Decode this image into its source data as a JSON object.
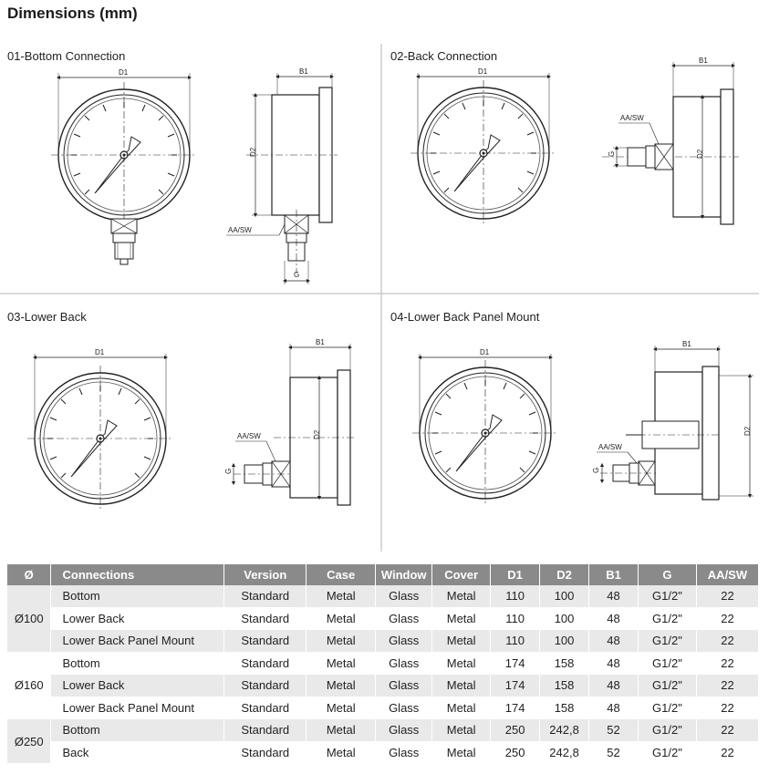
{
  "title": "Dimensions (mm)",
  "sections": [
    {
      "label": "01-Bottom Connection"
    },
    {
      "label": "02-Back Connection"
    },
    {
      "label": "03-Lower Back"
    },
    {
      "label": "04-Lower Back Panel Mount"
    }
  ],
  "dim_labels": {
    "d1": "D1",
    "d2": "D2",
    "b1": "B1",
    "g": "G",
    "aasw": "AA/SW"
  },
  "table": {
    "headers": [
      "Ø",
      "Connections",
      "Version",
      "Case",
      "Window",
      "Cover",
      "D1",
      "D2",
      "B1",
      "G",
      "AA/SW"
    ],
    "groups": [
      "Ø100",
      "Ø160",
      "Ø250"
    ],
    "rows": [
      {
        "connection": "Bottom",
        "version": "Standard",
        "case": "Metal",
        "window": "Glass",
        "cover": "Metal",
        "d1": "110",
        "d2": "100",
        "b1": "48",
        "g": "G1/2\"",
        "aasw": "22"
      },
      {
        "connection": "Lower Back",
        "version": "Standard",
        "case": "Metal",
        "window": "Glass",
        "cover": "Metal",
        "d1": "110",
        "d2": "100",
        "b1": "48",
        "g": "G1/2\"",
        "aasw": "22"
      },
      {
        "connection": "Lower Back Panel Mount",
        "version": "Standard",
        "case": "Metal",
        "window": "Glass",
        "cover": "Metal",
        "d1": "110",
        "d2": "100",
        "b1": "48",
        "g": "G1/2\"",
        "aasw": "22"
      },
      {
        "connection": "Bottom",
        "version": "Standard",
        "case": "Metal",
        "window": "Glass",
        "cover": "Metal",
        "d1": "174",
        "d2": "158",
        "b1": "48",
        "g": "G1/2\"",
        "aasw": "22"
      },
      {
        "connection": "Lower Back",
        "version": "Standard",
        "case": "Metal",
        "window": "Glass",
        "cover": "Metal",
        "d1": "174",
        "d2": "158",
        "b1": "48",
        "g": "G1/2\"",
        "aasw": "22"
      },
      {
        "connection": "Lower Back Panel Mount",
        "version": "Standard",
        "case": "Metal",
        "window": "Glass",
        "cover": "Metal",
        "d1": "174",
        "d2": "158",
        "b1": "48",
        "g": "G1/2\"",
        "aasw": "22"
      },
      {
        "connection": "Bottom",
        "version": "Standard",
        "case": "Metal",
        "window": "Glass",
        "cover": "Metal",
        "d1": "250",
        "d2": "242,8",
        "b1": "52",
        "g": "G1/2\"",
        "aasw": "22"
      },
      {
        "connection": "Back",
        "version": "Standard",
        "case": "Metal",
        "window": "Glass",
        "cover": "Metal",
        "d1": "250",
        "d2": "242,8",
        "b1": "52",
        "g": "G1/2\"",
        "aasw": "22"
      }
    ]
  }
}
